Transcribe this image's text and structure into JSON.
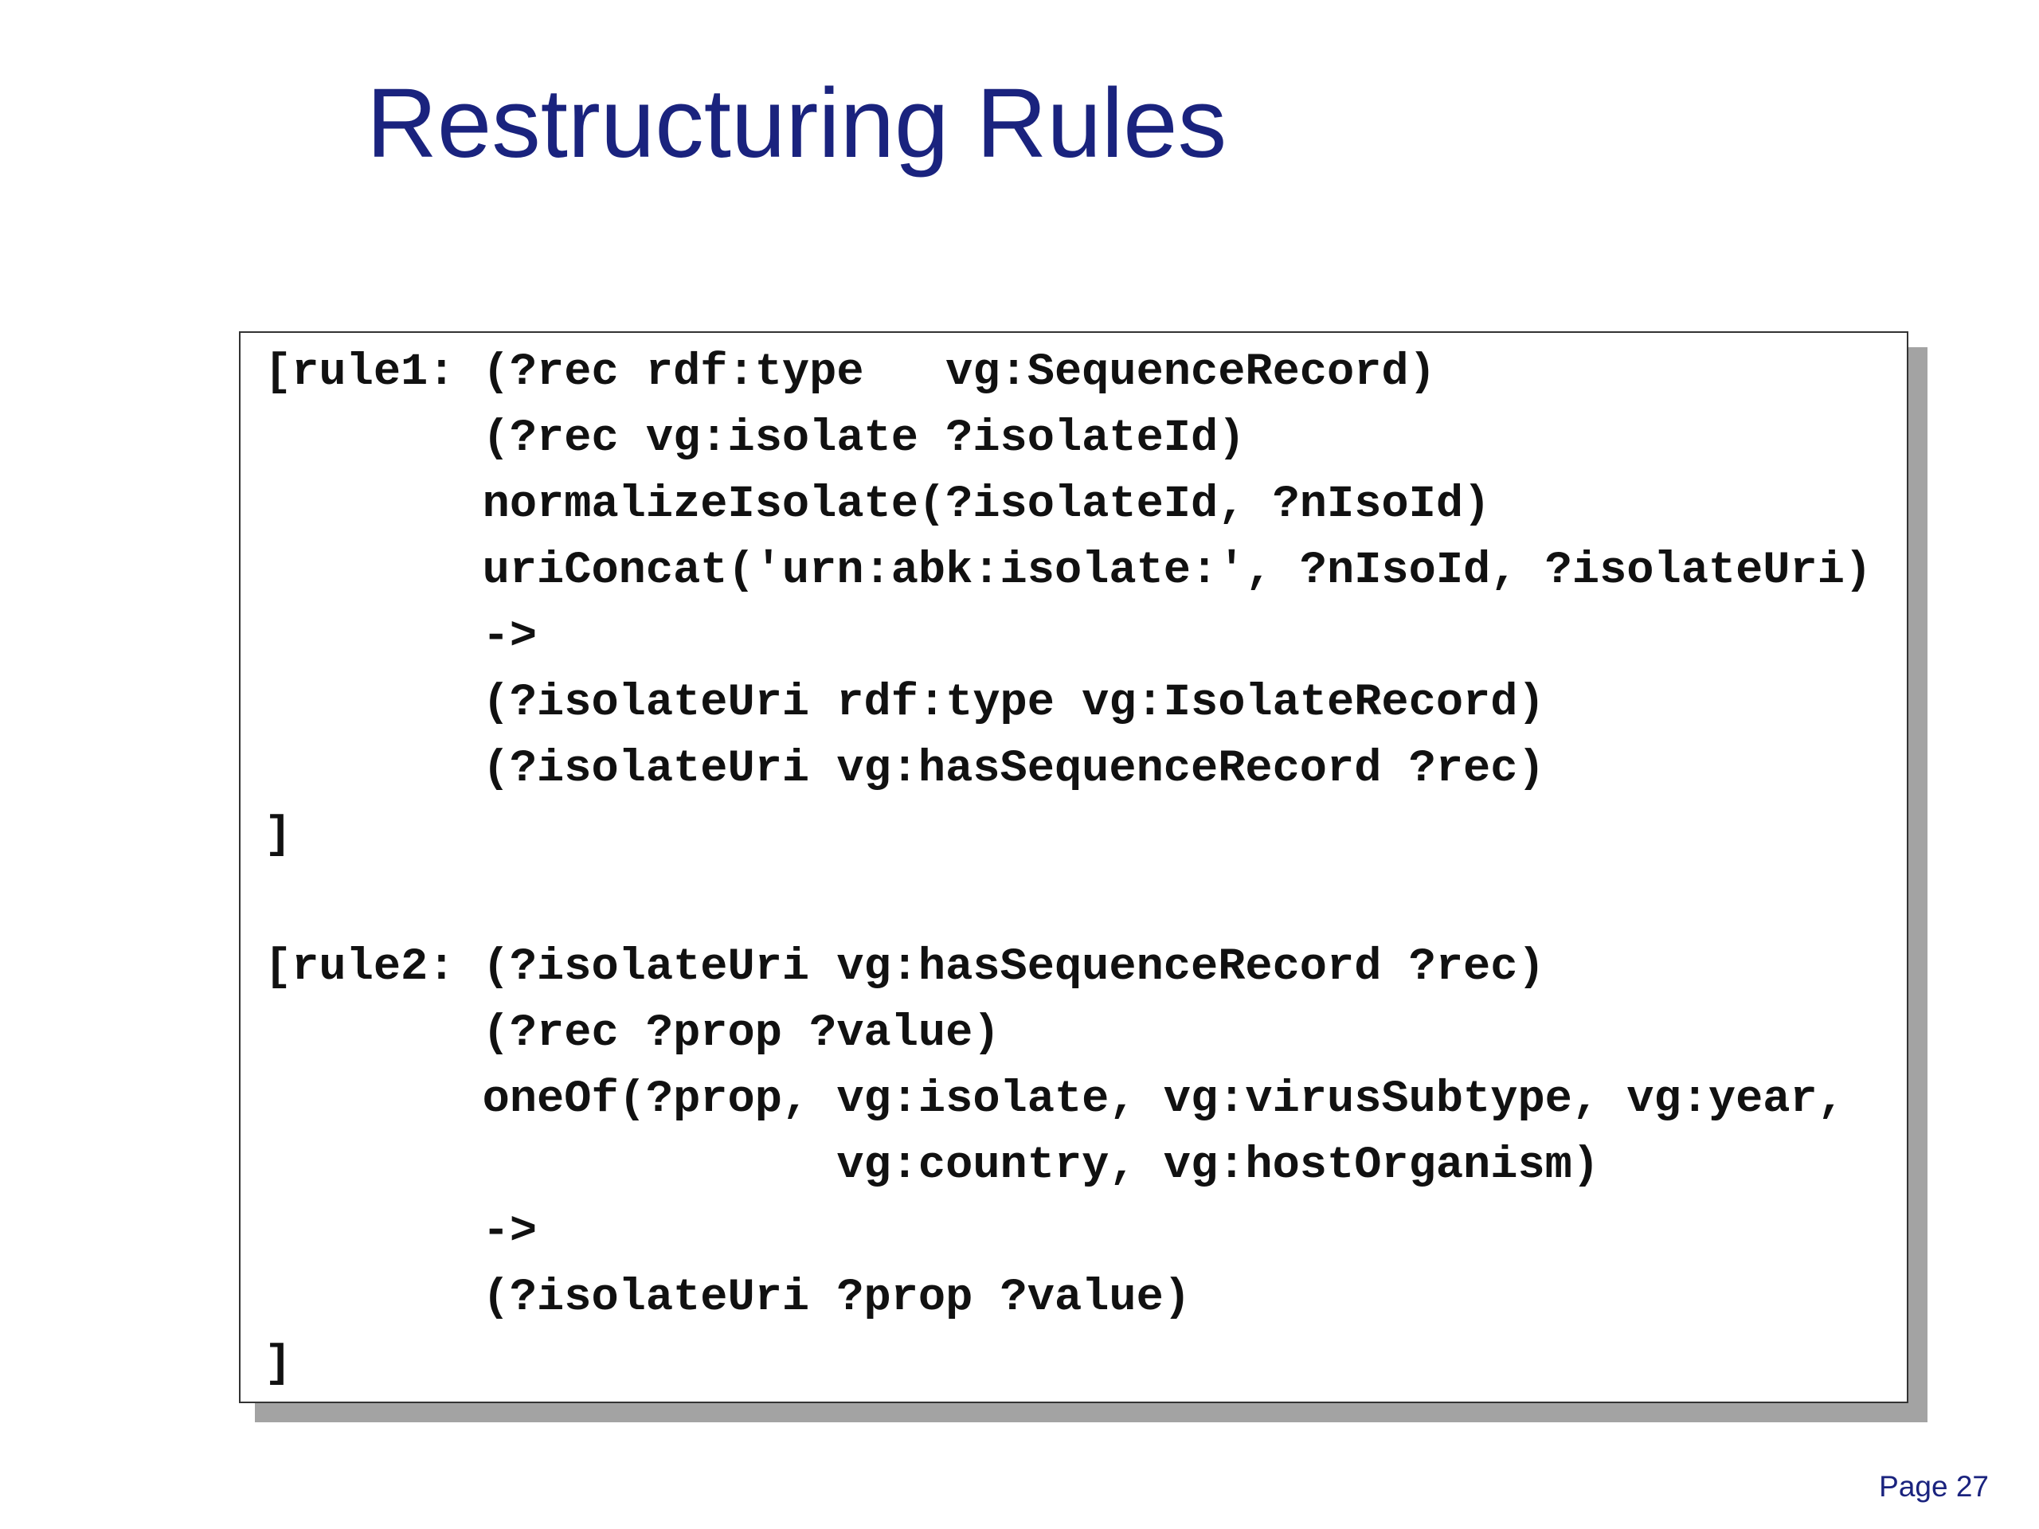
{
  "slide": {
    "title": "Restructuring Rules",
    "page_label": "Page 27"
  },
  "code": {
    "lines": [
      "[rule1: (?rec rdf:type   vg:SequenceRecord)",
      "        (?rec vg:isolate ?isolateId)",
      "        normalizeIsolate(?isolateId, ?nIsoId)",
      "        uriConcat('urn:abk:isolate:', ?nIsoId, ?isolateUri)",
      "        ->",
      "        (?isolateUri rdf:type vg:IsolateRecord)",
      "        (?isolateUri vg:hasSequenceRecord ?rec)",
      "]",
      "",
      "[rule2: (?isolateUri vg:hasSequenceRecord ?rec)",
      "        (?rec ?prop ?value)",
      "        oneOf(?prop, vg:isolate, vg:virusSubtype, vg:year,",
      "                     vg:country, vg:hostOrganism)",
      "        ->",
      "        (?isolateUri ?prop ?value)",
      "]"
    ]
  }
}
